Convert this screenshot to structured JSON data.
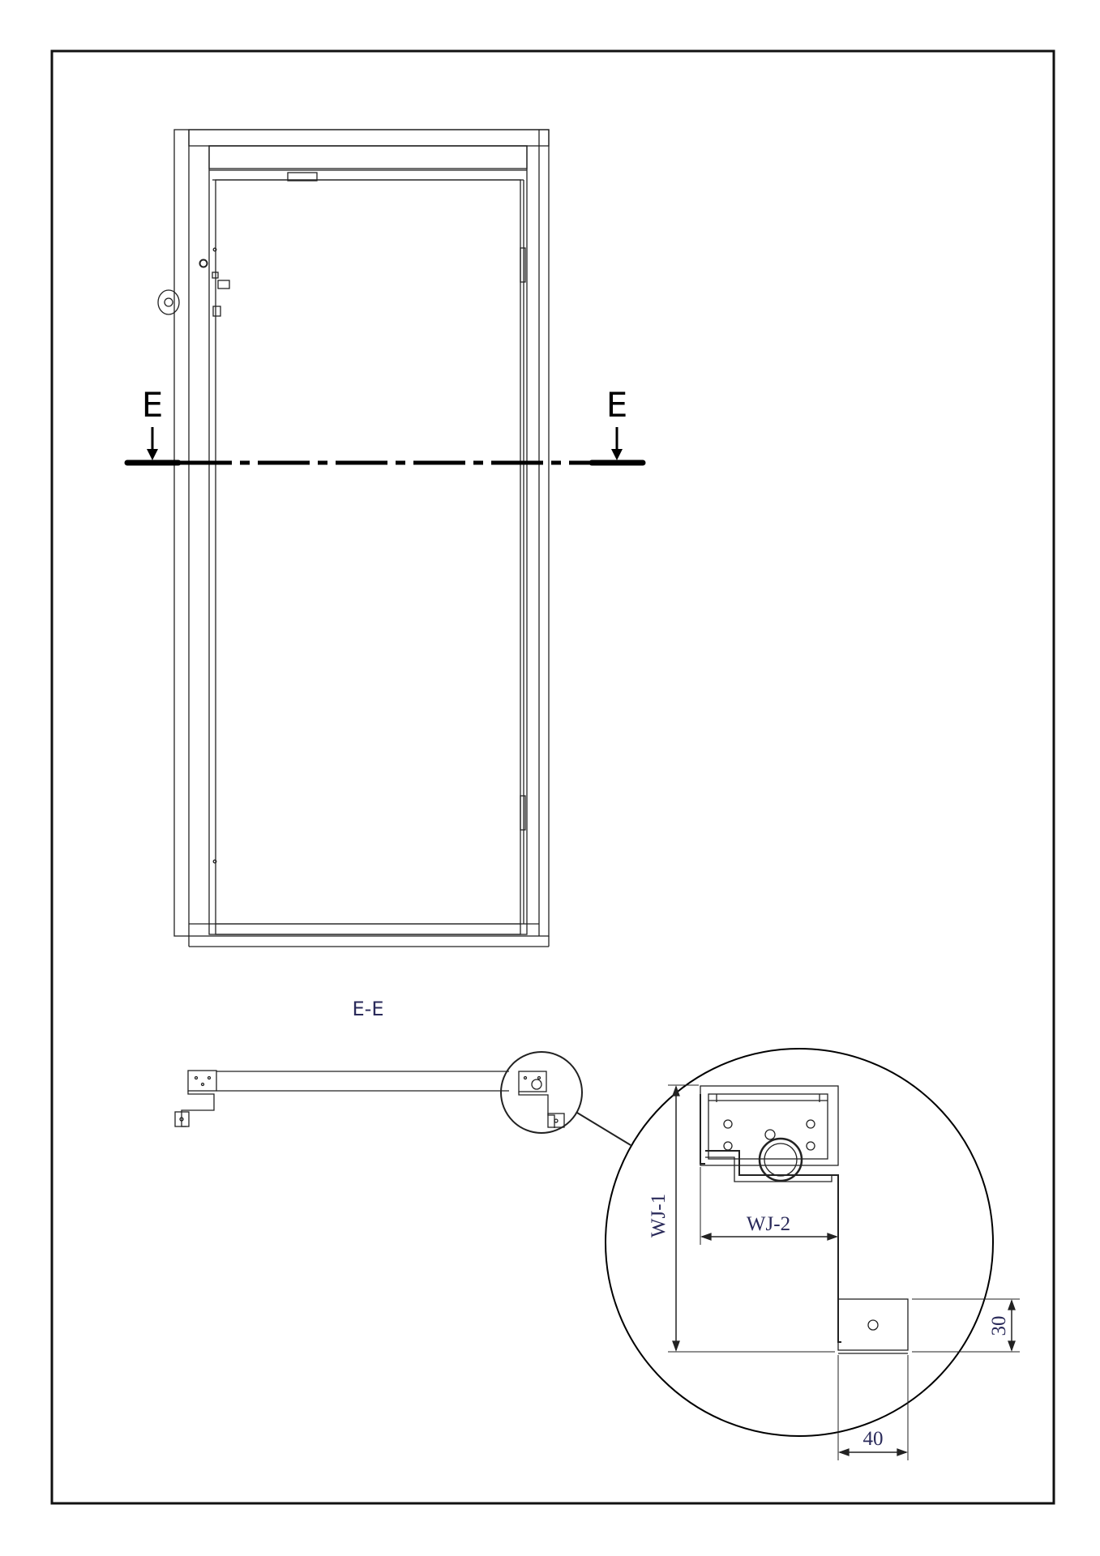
{
  "section": {
    "marker_left": "E",
    "marker_right": "E",
    "title": "E-E"
  },
  "detail": {
    "dim_height": "WJ-1",
    "dim_width": "WJ-2",
    "dim_tab_height": "30",
    "dim_tab_width": "40"
  },
  "colors": {
    "line": "#1a1a1a",
    "label": "#2a2a5a",
    "background": "#ffffff"
  }
}
